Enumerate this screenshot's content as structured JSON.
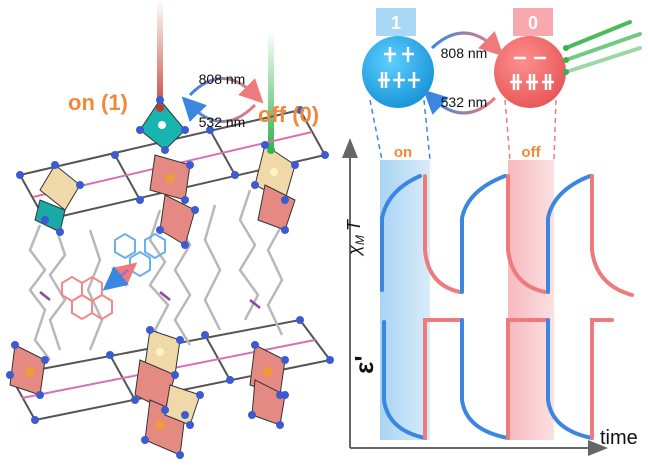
{
  "left": {
    "on_label": "on (1)",
    "off_label": "off (0)",
    "top_wavelength": "808 nm",
    "bottom_wavelength": "532 nm"
  },
  "right": {
    "state_on_box": "1",
    "state_off_box": "0",
    "wavelength_top": "808 nm",
    "wavelength_bottom": "532 nm",
    "band_on": "on",
    "band_off": "off",
    "ylabel_top_chi": "χ",
    "ylabel_top_sub": "M",
    "ylabel_top_T": "T",
    "ylabel_bottom": "ε'",
    "xlabel": "time"
  },
  "colors": {
    "blue": "#3a86e0",
    "red": "#ee7b7b",
    "orange": "#ef8a3c",
    "cyan_ball": "#1fa8e6",
    "red_ball": "#f16565",
    "green_laser": "#36b34a",
    "red_laser": "#c0392b",
    "band_blue": "#bfe0f7",
    "band_red": "#f9c9cc"
  }
}
